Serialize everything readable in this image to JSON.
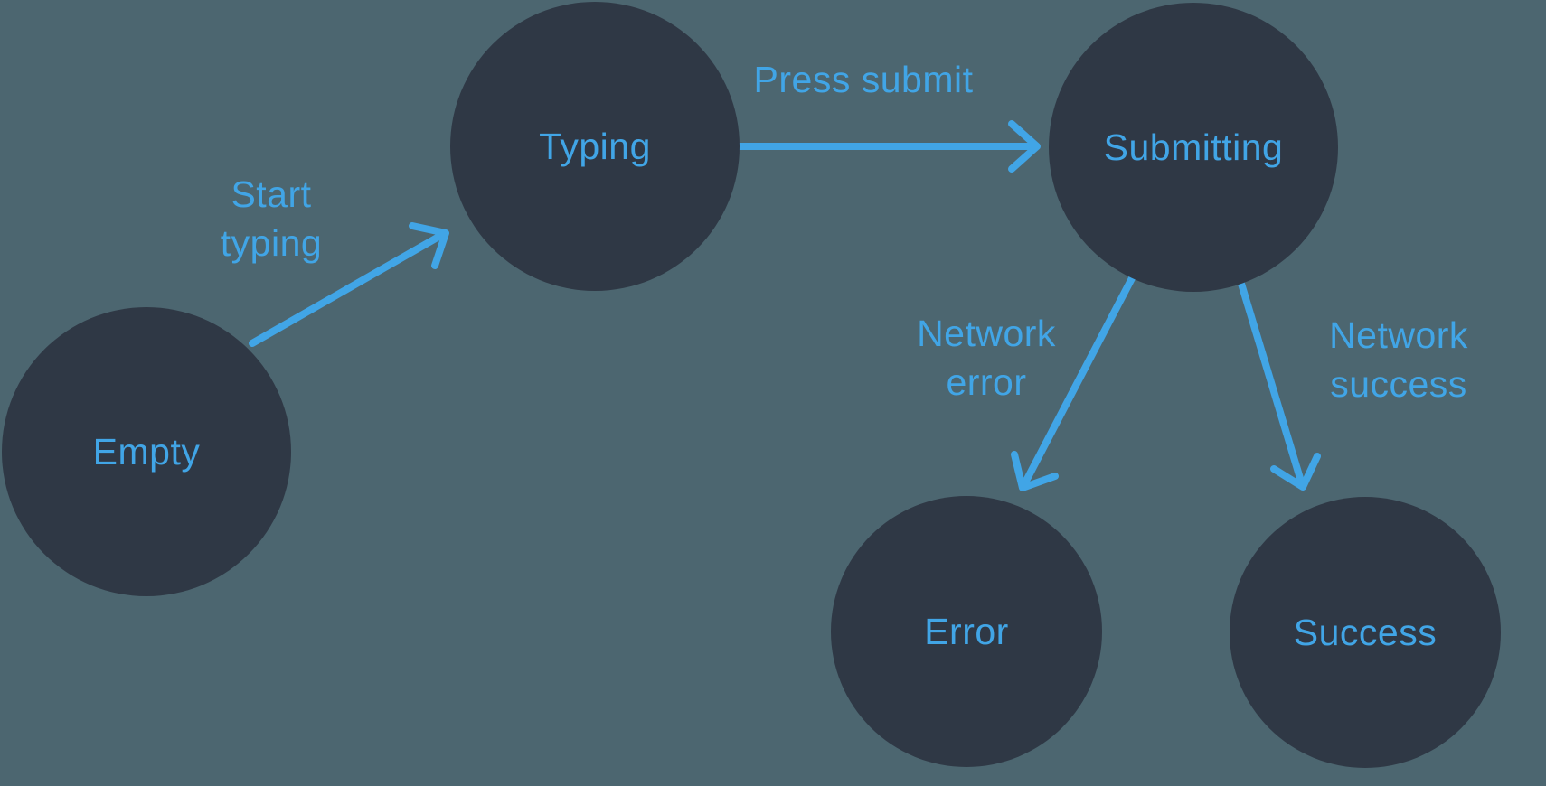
{
  "diagram": {
    "states": [
      {
        "id": "empty",
        "label": "Empty"
      },
      {
        "id": "typing",
        "label": "Typing"
      },
      {
        "id": "submitting",
        "label": "Submitting"
      },
      {
        "id": "error",
        "label": "Error"
      },
      {
        "id": "success",
        "label": "Success"
      }
    ],
    "transitions": [
      {
        "from": "empty",
        "to": "typing",
        "label": "Start\ntyping"
      },
      {
        "from": "typing",
        "to": "submitting",
        "label": "Press submit"
      },
      {
        "from": "submitting",
        "to": "error",
        "label": "Network\nerror"
      },
      {
        "from": "submitting",
        "to": "success",
        "label": "Network\nsuccess"
      }
    ],
    "colors": {
      "background": "#4C6670",
      "node_fill": "#2F3845",
      "accent": "#41A5E6"
    }
  }
}
